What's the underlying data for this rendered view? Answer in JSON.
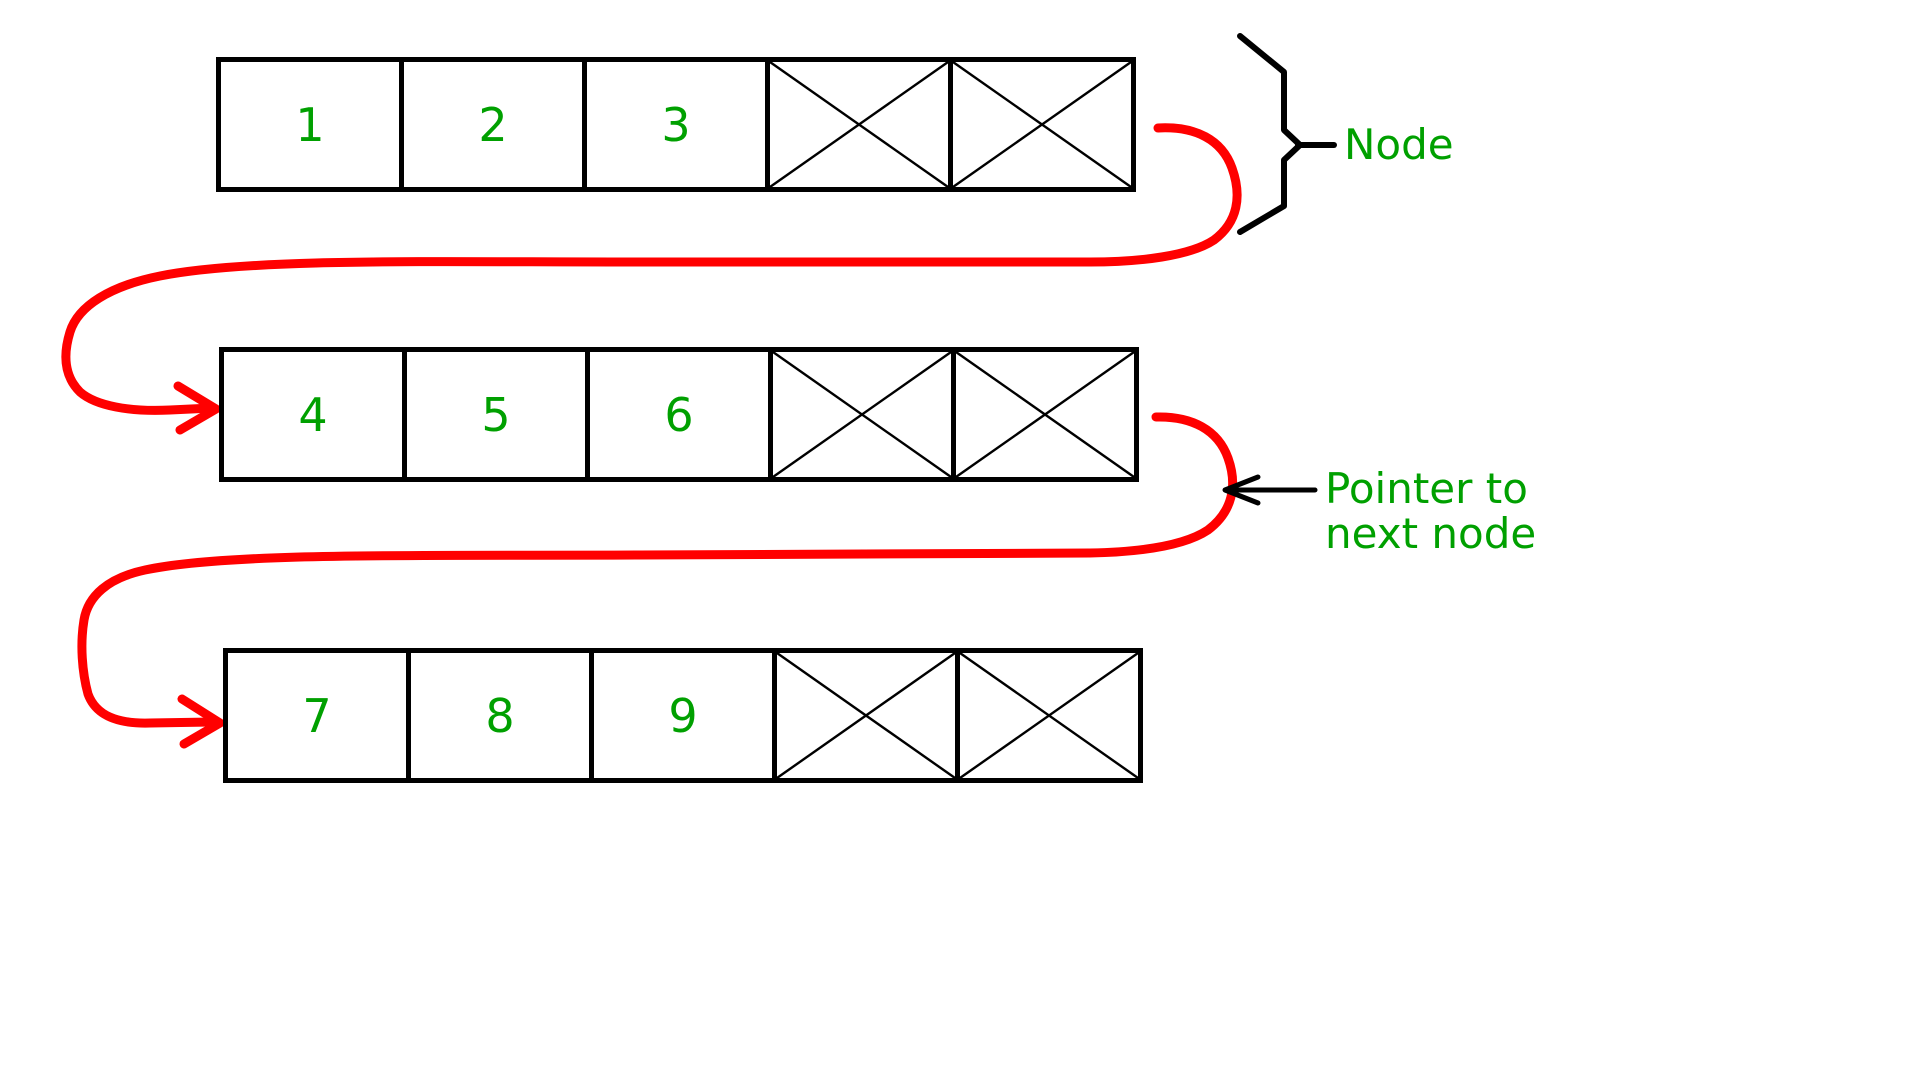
{
  "diagram": {
    "title_text_color": "#00A000",
    "pointer_color": "#FF0000",
    "border_color": "#000000",
    "background": "#FFFFFF",
    "rows": [
      {
        "id": "node-1",
        "data_cells": [
          "1",
          "2",
          "3"
        ],
        "pointer_cells": [
          "x",
          "x"
        ]
      },
      {
        "id": "node-2",
        "data_cells": [
          "4",
          "5",
          "6"
        ],
        "pointer_cells": [
          "x",
          "x"
        ]
      },
      {
        "id": "node-3",
        "data_cells": [
          "7",
          "8",
          "9"
        ],
        "pointer_cells": [
          "x",
          "x"
        ]
      }
    ],
    "annotations": {
      "node_label": "Node",
      "pointer_label": "Pointer to\nnext node"
    }
  }
}
